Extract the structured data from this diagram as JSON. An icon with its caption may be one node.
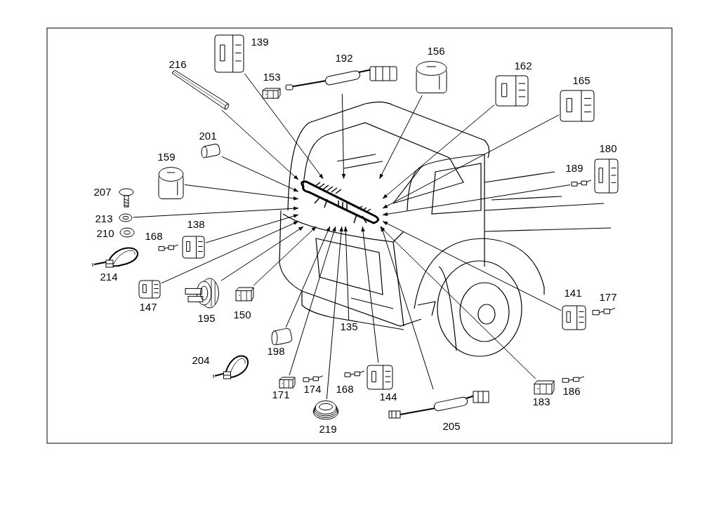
{
  "diagram": {
    "nodes": [
      {
        "text": [],
        "shape": "picture"
      },
      {
        "text": [],
        "shape": "picture",
        "beside": [
          "139"
        ]
      },
      {
        "text": [],
        "shape": "picture",
        "beside": [
          "216"
        ]
      },
      {
        "text": [],
        "shape": "picture",
        "beside": [
          "192"
        ]
      },
      {
        "text": [],
        "shape": "picture",
        "beside": [
          "153"
        ]
      },
      {
        "text": [],
        "shape": "picture",
        "beside": [
          "156"
        ]
      },
      {
        "text": [],
        "shape": "picture",
        "beside": [
          "162"
        ]
      },
      {
        "text": [],
        "shape": "picture",
        "beside": [
          "165"
        ]
      },
      {
        "text": [],
        "shape": "picture",
        "beside": [
          "180"
        ]
      },
      {
        "text": [],
        "shape": "picture",
        "beside": [
          "189"
        ]
      },
      {
        "text": [],
        "shape": "picture",
        "beside": [
          "201"
        ]
      },
      {
        "text": [],
        "shape": "picture",
        "beside": [
          "159"
        ]
      },
      {
        "text": [],
        "shape": "picture",
        "beside": [
          "207"
        ]
      },
      {
        "text": [],
        "shape": "picture",
        "beside": [
          "213"
        ]
      },
      {
        "text": [],
        "shape": "picture",
        "beside": [
          "210"
        ]
      },
      {
        "text": [],
        "shape": "picture",
        "beside": [
          "168"
        ]
      },
      {
        "text": [],
        "shape": "picture",
        "beside": [
          "138"
        ]
      },
      {
        "text": [],
        "shape": "picture",
        "beside": [
          "214"
        ]
      },
      {
        "text": [],
        "shape": "picture",
        "beside": [
          "147"
        ]
      },
      {
        "text": [],
        "shape": "picture",
        "beside": [
          "195"
        ]
      },
      {
        "text": [],
        "shape": "picture",
        "beside": [
          "150"
        ]
      },
      {
        "text": [],
        "shape": "picture",
        "beside": [
          "141"
        ]
      },
      {
        "text": [],
        "shape": "picture",
        "beside": [
          "177"
        ]
      },
      {
        "text": [],
        "shape": "picture",
        "beside": [
          "198"
        ]
      },
      {
        "text": [
          "135"
        ]
      },
      {
        "text": [],
        "shape": "picture",
        "beside": [
          "204"
        ]
      },
      {
        "text": [],
        "shape": "picture",
        "beside": [
          "171"
        ]
      },
      {
        "text": [],
        "shape": "picture",
        "beside": [
          "174"
        ]
      },
      {
        "text": [],
        "shape": "picture",
        "beside": [
          "168"
        ]
      },
      {
        "text": [],
        "shape": "picture",
        "beside": [
          "144"
        ]
      },
      {
        "text": [],
        "shape": "picture",
        "beside": [
          "183"
        ]
      },
      {
        "text": [],
        "shape": "picture",
        "beside": [
          "186"
        ]
      },
      {
        "text": [],
        "shape": "picture",
        "beside": [
          "219"
        ]
      },
      {
        "text": [],
        "shape": "picture",
        "beside": [
          "205"
        ]
      }
    ],
    "edges": [
      {
        "from": 1,
        "to": 0,
        "arrow": "to"
      },
      {
        "from": 2,
        "to": 0,
        "arrow": "to"
      },
      {
        "from": 3,
        "to": 0,
        "arrow": "to"
      },
      {
        "from": 5,
        "to": 0,
        "arrow": "to"
      },
      {
        "from": 6,
        "to": 0,
        "arrow": "to"
      },
      {
        "from": 7,
        "to": 0,
        "arrow": "to"
      },
      {
        "from": 9,
        "to": 0,
        "arrow": "to"
      },
      {
        "from": 10,
        "to": 0,
        "arrow": "to"
      },
      {
        "from": 11,
        "to": 0,
        "arrow": "to"
      },
      {
        "from": 13,
        "to": 0,
        "arrow": "to"
      },
      {
        "from": 16,
        "to": 0,
        "arrow": "to"
      },
      {
        "from": 18,
        "to": 0,
        "arrow": "to"
      },
      {
        "from": 19,
        "to": 0,
        "arrow": "to"
      },
      {
        "from": 20,
        "to": 0,
        "arrow": "to"
      },
      {
        "from": 21,
        "to": 0,
        "arrow": "to"
      },
      {
        "from": 23,
        "to": 0,
        "arrow": "to"
      },
      {
        "from": 24,
        "to": 0,
        "arrow": "to"
      },
      {
        "from": 26,
        "to": 0,
        "arrow": "to"
      },
      {
        "from": 29,
        "to": 0,
        "arrow": "to"
      },
      {
        "from": 30,
        "to": 0,
        "arrow": "to"
      },
      {
        "from": 32,
        "to": 0,
        "arrow": "to"
      },
      {
        "from": 33,
        "to": 0,
        "arrow": "to"
      }
    ]
  }
}
